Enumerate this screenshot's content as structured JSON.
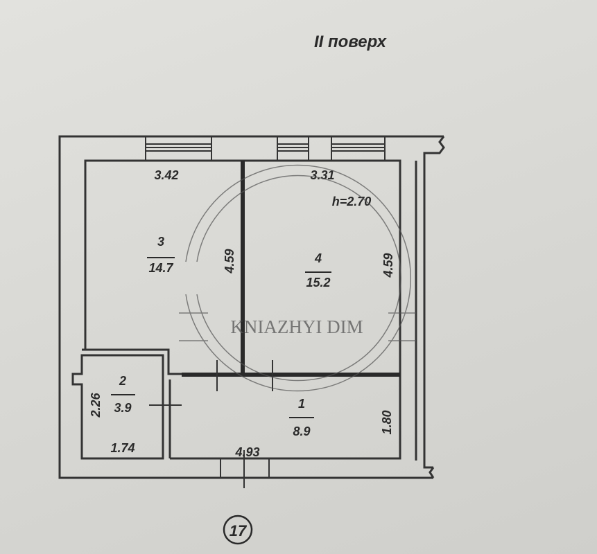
{
  "title": "II поверх",
  "ceiling_height": "h=2.70",
  "apartment_number": "17",
  "watermark": "KNIAZHYI DIM",
  "rooms": [
    {
      "number": "1",
      "area": "8.9"
    },
    {
      "number": "2",
      "area": "3.9"
    },
    {
      "number": "3",
      "area": "14.7"
    },
    {
      "number": "4",
      "area": "15.2"
    }
  ],
  "dimensions": {
    "room3_width": "3.42",
    "room4_width": "3.31",
    "room3_depth": "4.59",
    "room4_depth": "4.59",
    "room2_depth": "2.26",
    "room2_width": "1.74",
    "room1_width": "4.93",
    "room1_depth": "1.80"
  }
}
